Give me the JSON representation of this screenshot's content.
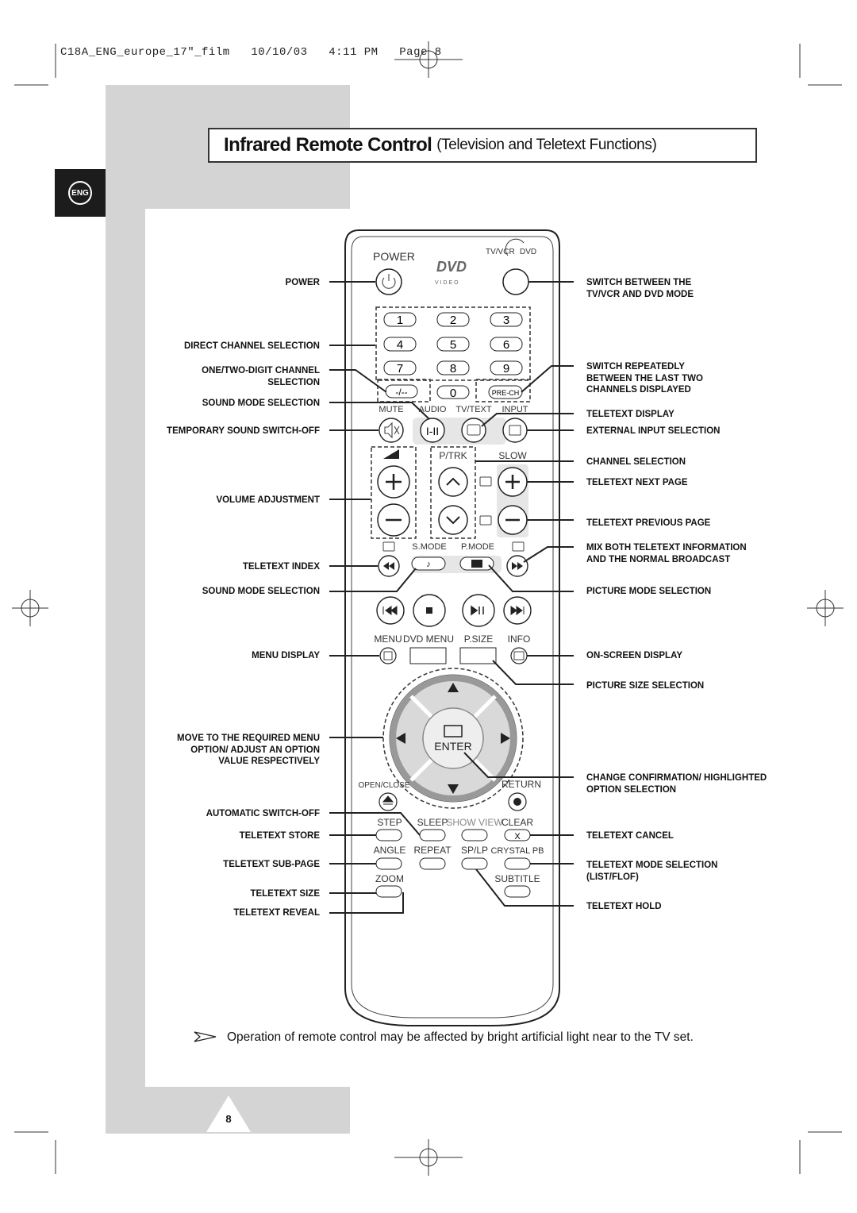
{
  "print_header": "C18A_ENG_europe_17\"_film   10/10/03   4:11 PM   Page 8",
  "title": {
    "main": "Infrared Remote Control",
    "sub": "(Television and Teletext Functions)"
  },
  "language_tab": "ENG",
  "left_labels": [
    "POWER",
    "DIRECT CHANNEL SELECTION",
    "ONE/TWO-DIGIT CHANNEL SELECTION",
    "SOUND MODE SELECTION",
    "TEMPORARY SOUND SWITCH-OFF",
    "VOLUME ADJUSTMENT",
    "TELETEXT INDEX",
    "SOUND MODE SELECTION",
    "MENU DISPLAY",
    "MOVE TO THE REQUIRED MENU OPTION/ ADJUST AN OPTION VALUE RESPECTIVELY",
    "AUTOMATIC SWITCH-OFF",
    "TELETEXT STORE",
    "TELETEXT SUB-PAGE",
    "TELETEXT SIZE",
    "TELETEXT REVEAL"
  ],
  "right_labels": [
    "SWITCH BETWEEN THE TV/VCR AND DVD MODE",
    "SWITCH REPEATEDLY BETWEEN THE LAST TWO CHANNELS DISPLAYED",
    "TELETEXT DISPLAY",
    "EXTERNAL INPUT SELECTION",
    "CHANNEL SELECTION",
    "TELETEXT NEXT PAGE",
    "TELETEXT PREVIOUS PAGE",
    "MIX BOTH TELETEXT INFORMATION AND THE NORMAL BROADCAST",
    "PICTURE MODE SELECTION",
    "ON-SCREEN DISPLAY",
    "PICTURE SIZE SELECTION",
    "CHANGE CONFIRMATION/ HIGHLIGHTED OPTION SELECTION",
    "TELETEXT CANCEL",
    "TELETEXT MODE SELECTION (LIST/FLOF)",
    "TELETEXT HOLD"
  ],
  "remote": {
    "power": "POWER",
    "tv_vcr": "TV/VCR",
    "dvd": "DVD",
    "dvd_logo": "DVD",
    "dvd_video": "V I D E O",
    "digits": [
      "1",
      "2",
      "3",
      "4",
      "5",
      "6",
      "7",
      "8",
      "9",
      "0"
    ],
    "dash": "-/--",
    "pre_ch": "PRE-CH",
    "row1": [
      "MUTE",
      "AUDIO",
      "TV/TEXT",
      "INPUT"
    ],
    "audio_btn": "I-II",
    "ptrk": "P/TRK",
    "slow": "SLOW",
    "mode_row": [
      "S.MODE",
      "P.MODE"
    ],
    "menu_row": [
      "MENU",
      "DVD MENU",
      "P.SIZE",
      "INFO"
    ],
    "enter": "ENTER",
    "open_close": "OPEN/CLOSE",
    "return": "RETURN",
    "row_step": [
      "STEP",
      "SLEEP",
      "SHOW VIEW",
      "CLEAR"
    ],
    "clear_x": "X",
    "row_angle": [
      "ANGLE",
      "REPEAT",
      "SP/LP",
      "CRYSTAL PB"
    ],
    "zoom": "ZOOM",
    "subtitle": "SUBTITLE"
  },
  "note": "Operation of remote control may be affected by bright artificial light near to the TV set.",
  "page_number": "8"
}
